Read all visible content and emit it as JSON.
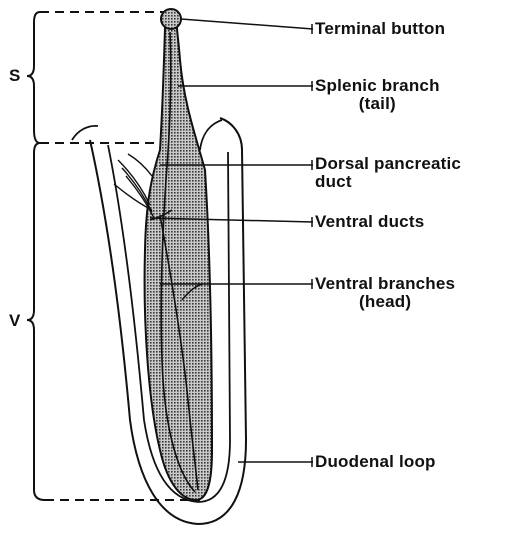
{
  "diagram": {
    "bracket_labels": {
      "s": "S",
      "v": "V"
    },
    "labels": {
      "terminal_button": "Terminal button",
      "splenic_branch": "Splenic branch",
      "splenic_branch_sub": "(tail)",
      "dorsal_duct": "Dorsal pancreatic",
      "dorsal_duct_sub": "duct",
      "ventral_ducts": "Ventral ducts",
      "ventral_branches": "Ventral branches",
      "ventral_branches_sub": "(head)",
      "duodenal_loop": "Duodenal loop"
    },
    "colors": {
      "ink": "#111111",
      "tissue_fill": "#555555",
      "background": "#ffffff"
    }
  }
}
